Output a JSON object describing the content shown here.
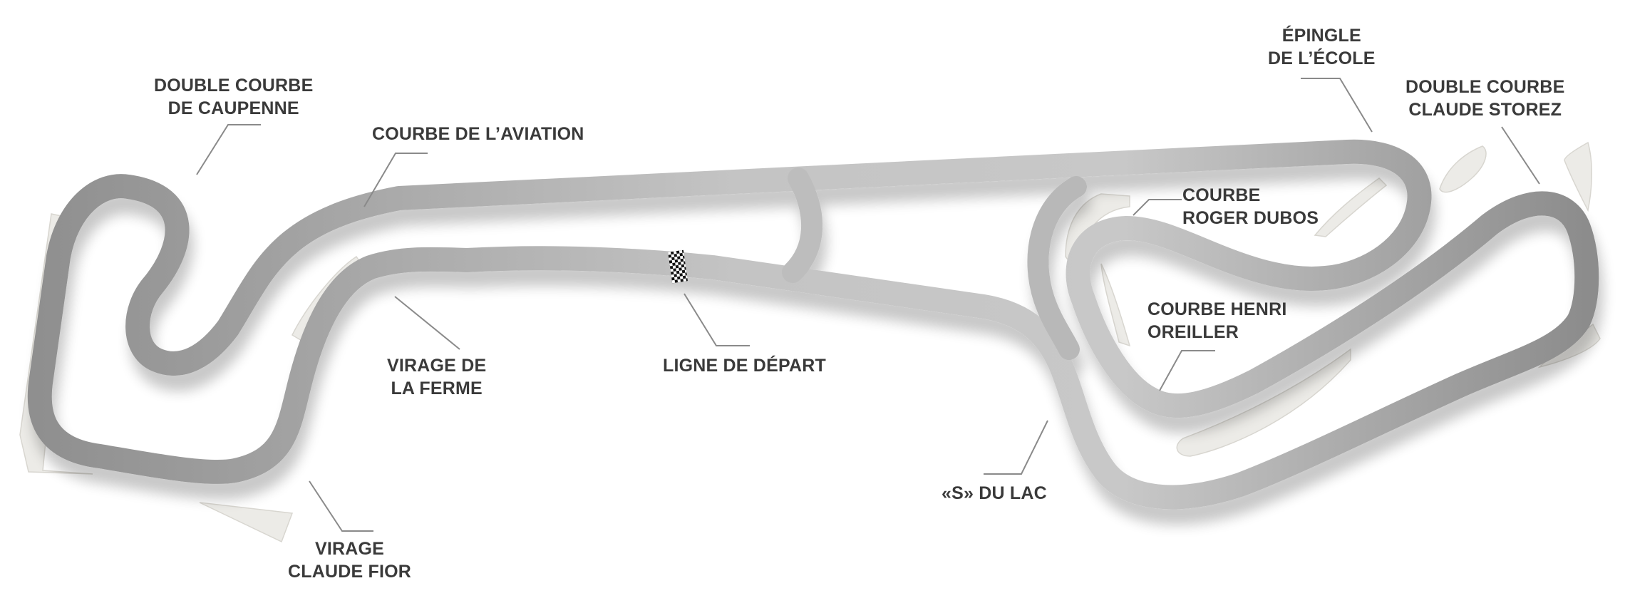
{
  "map": {
    "track_color": "#9b9b9b",
    "track_light_color": "#c9c9c9",
    "runoff_color": "#ecebe7",
    "leader_line_color": "#8a8a8a",
    "label_color": "#3a3a3a",
    "start_line_icon": "checkered-flag-icon"
  },
  "labels": {
    "double_courbe_caupenne": {
      "line1": "DOUBLE COURBE",
      "line2": "DE CAUPENNE"
    },
    "courbe_aviation": {
      "line1": "COURBE DE L’AVIATION"
    },
    "epingle_ecole": {
      "line1": "ÉPINGLE",
      "line2": "DE L’ÉCOLE"
    },
    "double_courbe_storez": {
      "line1": "DOUBLE COURBE",
      "line2": "CLAUDE STOREZ"
    },
    "courbe_roger_dubos": {
      "line1": "COURBE",
      "line2": "ROGER DUBOS"
    },
    "courbe_henri_oreiller": {
      "line1": "COURBE HENRI",
      "line2": "OREILLER"
    },
    "virage_ferme": {
      "line1": "VIRAGE DE",
      "line2": "LA FERME"
    },
    "ligne_depart": {
      "line1": "LIGNE DE DÉPART"
    },
    "s_du_lac": {
      "line1": "«S» DU LAC"
    },
    "virage_claude_fior": {
      "line1": "VIRAGE",
      "line2": "CLAUDE FIOR"
    }
  }
}
